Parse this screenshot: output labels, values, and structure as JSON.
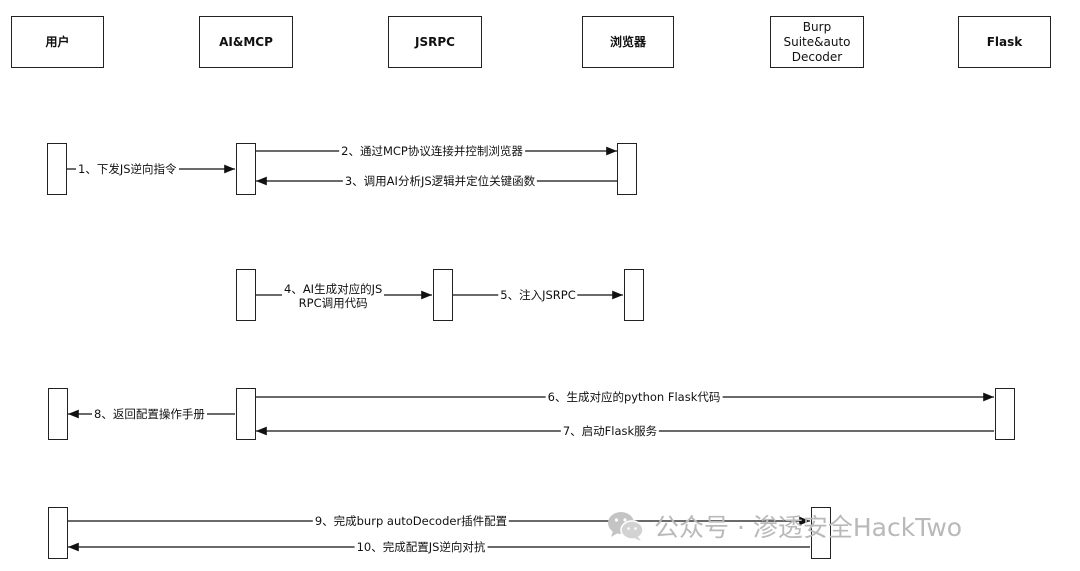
{
  "actors": [
    "用户",
    "AI&MCP",
    "JSRPC",
    "浏览器",
    "Burp\nSuite&auto\nDecoder",
    "Flask"
  ],
  "messages": [
    "1、下发JS逆向指令",
    "2、通过MCP协议连接并控制浏览器",
    "3、调用AI分析JS逻辑并定位关键函数",
    "4、AI生成对应的JS\nRPC调用代码",
    "5、注入JSRPC",
    "6、生成对应的python Flask代码",
    "7、启动Flask服务",
    "8、返回配置操作手册",
    "9、完成burp autoDecoder插件配置",
    "10、完成配置JS逆向对抗"
  ],
  "watermark": {
    "icon": "wechat-icon",
    "text": "公众号 · 渗透安全HackTwo"
  }
}
